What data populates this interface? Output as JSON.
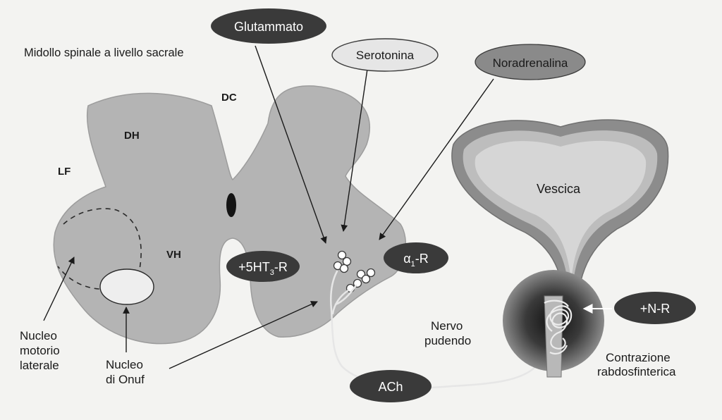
{
  "title": "Midollo spinale a livello sacrale",
  "regions": {
    "dc": "DC",
    "dh": "DH",
    "lf": "LF",
    "vh": "VH"
  },
  "pills": {
    "glutammato": "Glutammato",
    "serotonina": "Serotonina",
    "noradrenalina": "Noradrenalina",
    "serotonin_receptor_main": "+5HT",
    "serotonin_receptor_sub": "3",
    "serotonin_receptor_suffix": "-R",
    "alpha_receptor_main": "α",
    "alpha_receptor_sub": "1",
    "alpha_receptor_suffix": "-R",
    "nicotinic_receptor": "+N-R",
    "ach": "ACh"
  },
  "labels": {
    "nucleo_motorio_laterale": [
      "Nucleo",
      "motorio",
      "laterale"
    ],
    "nucleo_onuf": [
      "Nucleo",
      "di Onuf"
    ],
    "nervo_pudendo": [
      "Nervo",
      "pudendo"
    ],
    "vescica": "Vescica",
    "contrazione": [
      "Contrazione",
      "rabdosfinterica"
    ]
  },
  "colors": {
    "background": "#f3f3f1",
    "cord_fill": "#b4b4b4",
    "pill_dark": "#3a3a3a",
    "pill_light": "#e6e6e6",
    "bladder_outer": "#8c8c8c",
    "bladder_mid": "#bdbdbd",
    "bladder_inner": "#d6d6d6"
  }
}
